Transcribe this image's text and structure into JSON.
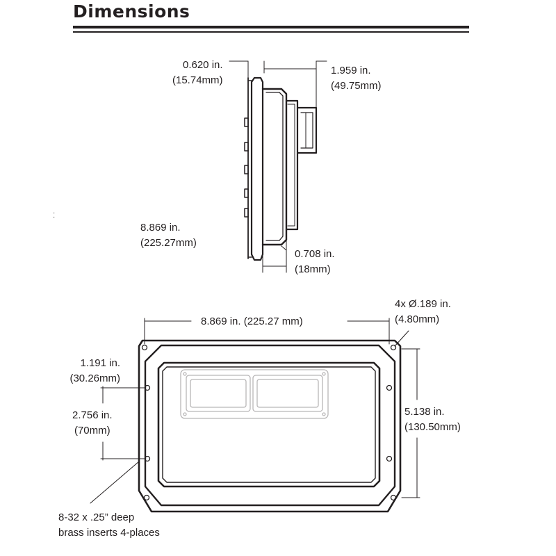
{
  "title": "Dimensions",
  "side_view": {
    "depth_top": {
      "inches": "0.620 in.",
      "mm": "(15.74mm)"
    },
    "depth_total": {
      "inches": "1.959 in.",
      "mm": "(49.75mm)"
    },
    "height": {
      "inches": "8.869 in.",
      "mm": "(225.27mm)"
    },
    "flange": {
      "inches": "0.708 in.",
      "mm": "(18mm)"
    }
  },
  "front_view": {
    "width": "8.869 in. (225.27 mm)",
    "holes": {
      "count_dia": "4x Ø.189 in.",
      "mm": "(4.80mm)"
    },
    "offset": {
      "inches": "1.191 in.",
      "mm": "(30.26mm)"
    },
    "insert_spacing": {
      "inches": "2.756 in.",
      "mm": "(70mm)"
    },
    "height": {
      "inches": "5.138 in.",
      "mm": "(130.50mm)"
    },
    "inserts_note": {
      "line1": "8-32 x .25” deep",
      "line2": "brass inserts 4-places"
    }
  },
  "colors": {
    "ink": "#231f20",
    "paper": "#ffffff"
  }
}
